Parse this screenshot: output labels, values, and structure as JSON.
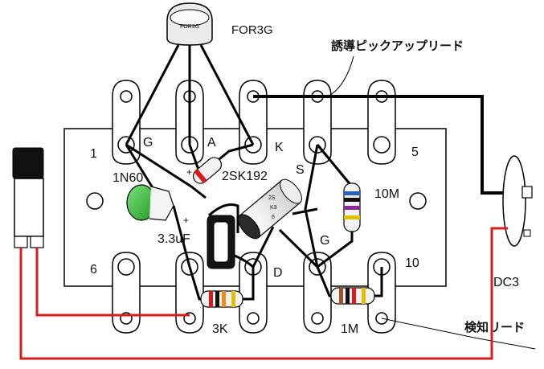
{
  "labels": {
    "ic": "FOR3G",
    "ic_body": "FOR3G",
    "pickup": "誘導ピックアップリード",
    "pin_g_top": "G",
    "pin_a": "A",
    "pin_k": "K",
    "pin_s": "S",
    "pin_g_bottom": "G",
    "pin_d": "D",
    "num_1": "1",
    "num_5": "5",
    "num_6": "6",
    "num_10": "10",
    "diode": "1N60",
    "transistor": "2SK192",
    "cap_value": "3.3uF",
    "res_10m": "10M",
    "res_3k": "3K",
    "res_1m": "1M",
    "dc3": "DC3",
    "detect": "検知リード",
    "can_1": "2S",
    "can_2": "K3",
    "can_3": "6"
  },
  "colors": {
    "board": "#ffffff",
    "wire": "#000000",
    "red_wire": "#d61c1c",
    "led_green": "#2fb92f",
    "resistor_body": "#f2f2f2"
  }
}
